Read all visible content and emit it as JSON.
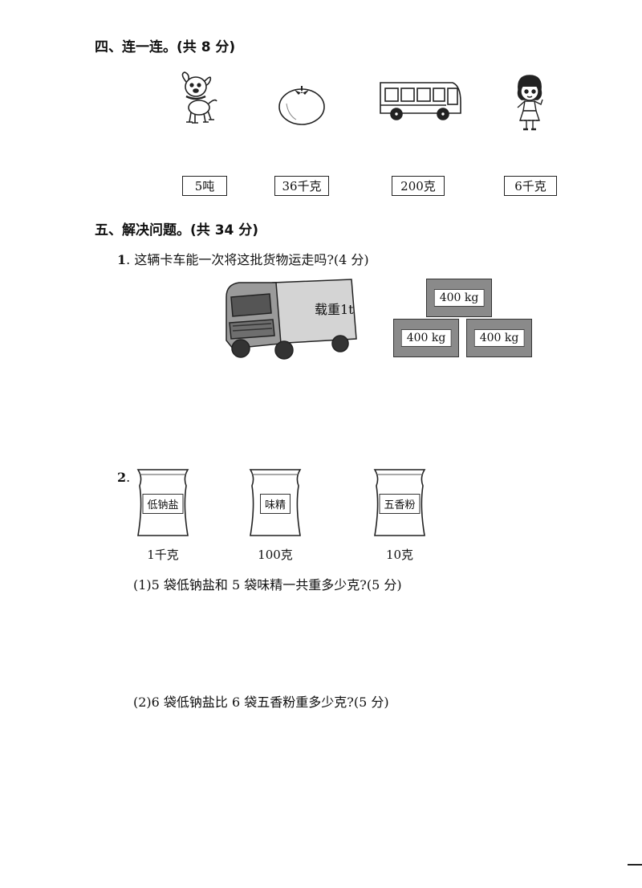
{
  "section4": {
    "title": "四、连一连。(共 8 分)",
    "items": [
      "puppy-icon",
      "tomato-icon",
      "bus-icon",
      "girl-icon"
    ],
    "weights": [
      "5吨",
      "36千克",
      "200克",
      "6千克"
    ]
  },
  "section5": {
    "title": "五、解决问题。(共 34 分)",
    "q1": {
      "number": "1",
      "text": ". 这辆卡车能一次将这批货物运走吗?(4 分)",
      "truck_label": "载重1t",
      "crates": [
        "400 kg",
        "400 kg",
        "400 kg"
      ]
    },
    "q2": {
      "number": "2",
      "dot": ".",
      "bags": [
        {
          "label": "低钠盐",
          "weight": "1千克"
        },
        {
          "label": "味精",
          "weight": "100克"
        },
        {
          "label": "五香粉",
          "weight": "10克"
        }
      ],
      "sub1": "(1)5 袋低钠盐和 5 袋味精一共重多少克?(5 分)",
      "sub2": "(2)6 袋低钠盐比 6 袋五香粉重多少克?(5 分)"
    }
  }
}
